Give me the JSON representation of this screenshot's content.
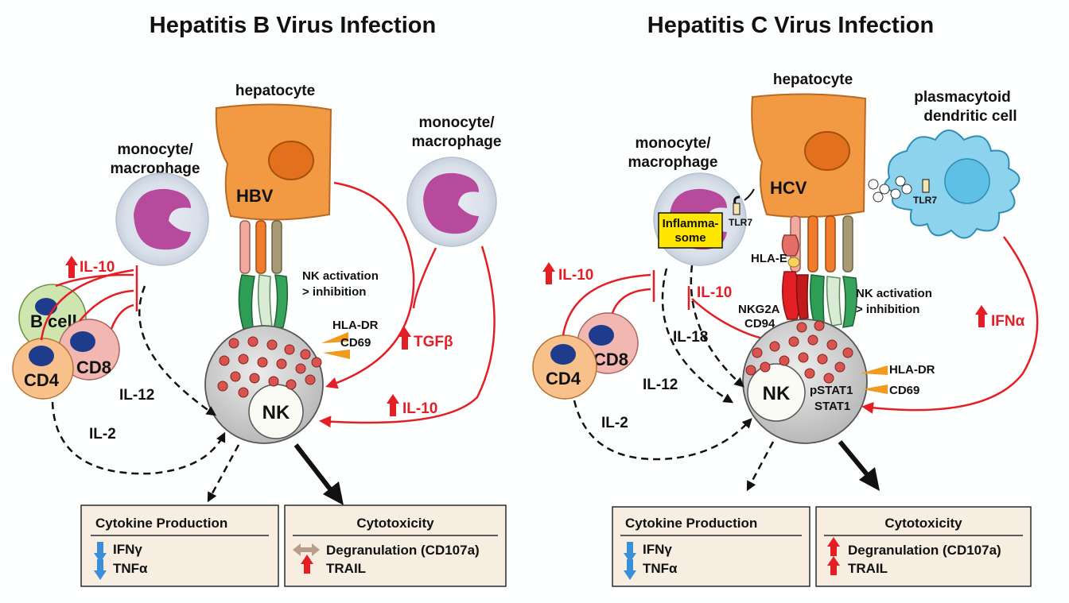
{
  "panels": {
    "hbv": {
      "title": "Hepatitis B Virus Infection",
      "hepatocyte_label": "hepatocyte",
      "virus_label": "HBV",
      "monocyte_left": [
        "monocyte/",
        "macrophage"
      ],
      "monocyte_right": [
        "monocyte/",
        "macrophage"
      ],
      "il10_left": "IL-10",
      "il10_right": "IL-10",
      "tgfb": "TGFβ",
      "nk_activation": [
        "NK activation",
        "> inhibition"
      ],
      "markers": [
        "HLA-DR",
        "CD69"
      ],
      "b_cell": "B cell",
      "cd4": "CD4",
      "cd8": "CD8",
      "il12": "IL-12",
      "il2": "IL-2",
      "nk": "NK",
      "cytokine_box": {
        "title": "Cytokine Production",
        "items": [
          "IFNγ",
          "TNFα"
        ]
      },
      "cytotox_box": {
        "title": "Cytotoxicity",
        "items": [
          "Degranulation (CD107a)",
          "TRAIL"
        ]
      }
    },
    "hcv": {
      "title": "Hepatitis C Virus Infection",
      "hepatocyte_label": "hepatocyte",
      "virus_label": "HCV",
      "monocyte": [
        "monocyte/",
        "macrophage"
      ],
      "pdc": [
        "plasmacytoid",
        "dendritic cell"
      ],
      "inflammasome": [
        "Inflamma-",
        "some"
      ],
      "tlr7_mono": "TLR7",
      "tlr7_pdc": "TLR7",
      "hla_e": "HLA-E",
      "nkg2a": [
        "NKG2A",
        "CD94"
      ],
      "il10_left": "IL-10",
      "il10_mid": "IL-10",
      "il18": "IL-18",
      "il12": "IL-12",
      "il2": "IL-2",
      "ifna": "IFNα",
      "nk_activation": [
        "NK activation",
        "> inhibition"
      ],
      "markers": [
        "HLA-DR",
        "CD69"
      ],
      "stat": [
        "pSTAT1",
        "STAT1"
      ],
      "cd4": "CD4",
      "cd8": "CD8",
      "nk": "NK",
      "cytokine_box": {
        "title": "Cytokine Production",
        "items": [
          "IFNγ",
          "TNFα"
        ]
      },
      "cytotox_box": {
        "title": "Cytotoxicity",
        "items": [
          "Degranulation (CD107a)",
          "TRAIL"
        ]
      }
    }
  },
  "colors": {
    "red": "#e31e24",
    "hepatocyte": "#f29a43",
    "nucleus": "#e2701c",
    "nk_cell": "#d8d8d8",
    "granule": "#d9534f",
    "box_fill": "#f7ede1",
    "pdc": "#8dd3ee",
    "arrow_down_blue": "#3a8fd8",
    "arrow_neutral": "#b89e8a"
  }
}
